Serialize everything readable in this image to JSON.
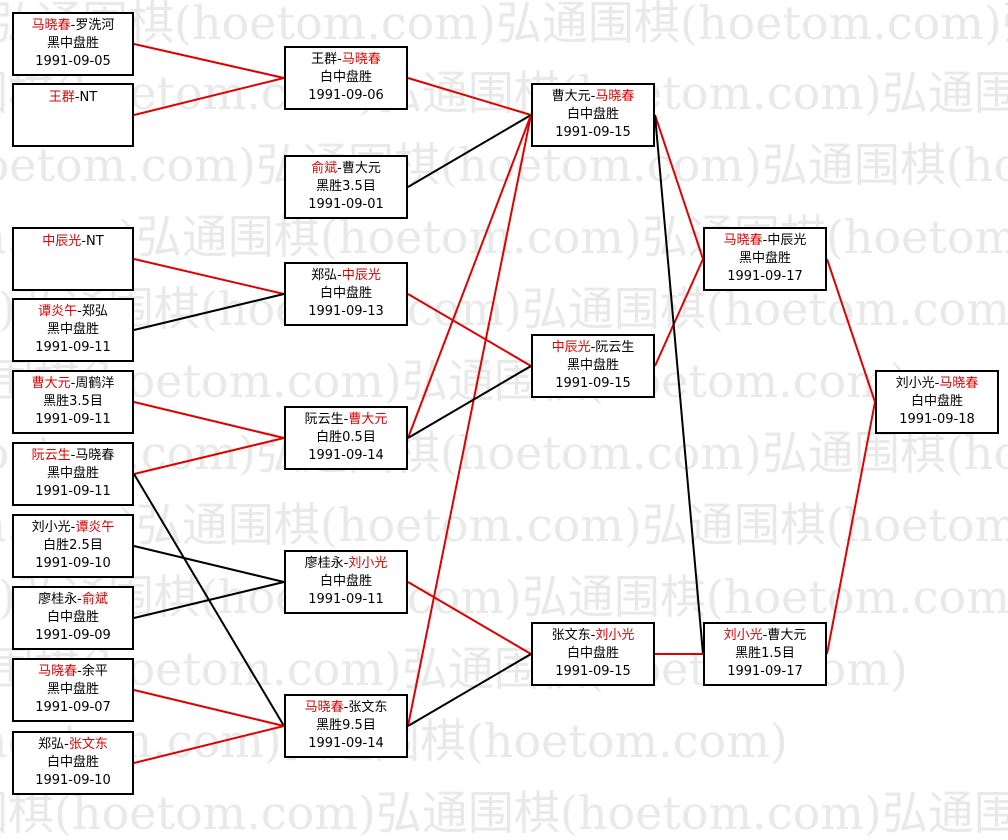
{
  "watermark": {
    "text": "弘通围棋(hoetom.com)",
    "color": "#e9e9e9"
  },
  "colors": {
    "winner": "#e00000",
    "loser": "#000000",
    "winner_line": "#e00000",
    "loser_line": "#000000"
  },
  "nodes": [
    {
      "id": "r1_1",
      "col": 0,
      "p1": "马晓春",
      "p2": "罗洗河",
      "winner": 1,
      "result": "黑中盘胜",
      "date": "1991-09-05"
    },
    {
      "id": "r1_2",
      "col": 0,
      "p1": "王群",
      "p2": "NT",
      "winner": 1,
      "result": "",
      "date": ""
    },
    {
      "id": "r1_3",
      "col": 0,
      "p1": "中辰光",
      "p2": "NT",
      "winner": 1,
      "result": "",
      "date": ""
    },
    {
      "id": "r1_4",
      "col": 0,
      "p1": "谭炎午",
      "p2": "郑弘",
      "winner": 1,
      "result": "黑中盘胜",
      "date": "1991-09-11"
    },
    {
      "id": "r1_5",
      "col": 0,
      "p1": "曹大元",
      "p2": "周鹤洋",
      "winner": 1,
      "result": "黑胜3.5目",
      "date": "1991-09-11"
    },
    {
      "id": "r1_6",
      "col": 0,
      "p1": "阮云生",
      "p2": "马晓春",
      "winner": 1,
      "result": "黑中盘胜",
      "date": "1991-09-11"
    },
    {
      "id": "r1_7",
      "col": 0,
      "p1": "刘小光",
      "p2": "谭炎午",
      "winner": 2,
      "result": "白胜2.5目",
      "date": "1991-09-10"
    },
    {
      "id": "r1_8",
      "col": 0,
      "p1": "廖桂永",
      "p2": "俞斌",
      "winner": 2,
      "result": "白中盘胜",
      "date": "1991-09-09"
    },
    {
      "id": "r1_9",
      "col": 0,
      "p1": "马晓春",
      "p2": "余平",
      "winner": 1,
      "result": "黑中盘胜",
      "date": "1991-09-07"
    },
    {
      "id": "r1_10",
      "col": 0,
      "p1": "郑弘",
      "p2": "张文东",
      "winner": 2,
      "result": "白中盘胜",
      "date": "1991-09-10"
    },
    {
      "id": "r2_1",
      "col": 1,
      "p1": "王群",
      "p2": "马晓春",
      "winner": 2,
      "result": "白中盘胜",
      "date": "1991-09-06"
    },
    {
      "id": "r2_2",
      "col": 1,
      "p1": "俞斌",
      "p2": "曹大元",
      "winner": 1,
      "result": "黑胜3.5目",
      "date": "1991-09-01"
    },
    {
      "id": "r2_3",
      "col": 1,
      "p1": "郑弘",
      "p2": "中辰光",
      "winner": 2,
      "result": "白中盘胜",
      "date": "1991-09-13"
    },
    {
      "id": "r2_4",
      "col": 1,
      "p1": "阮云生",
      "p2": "曹大元",
      "winner": 2,
      "result": "白胜0.5目",
      "date": "1991-09-14"
    },
    {
      "id": "r2_5",
      "col": 1,
      "p1": "廖桂永",
      "p2": "刘小光",
      "winner": 2,
      "result": "白中盘胜",
      "date": "1991-09-11"
    },
    {
      "id": "r2_6",
      "col": 1,
      "p1": "马晓春",
      "p2": "张文东",
      "winner": 1,
      "result": "黑胜9.5目",
      "date": "1991-09-14"
    },
    {
      "id": "r3_1",
      "col": 2,
      "p1": "曹大元",
      "p2": "马晓春",
      "winner": 2,
      "result": "白中盘胜",
      "date": "1991-09-15"
    },
    {
      "id": "r3_2",
      "col": 2,
      "p1": "中辰光",
      "p2": "阮云生",
      "winner": 1,
      "result": "黑中盘胜",
      "date": "1991-09-15"
    },
    {
      "id": "r3_3",
      "col": 2,
      "p1": "张文东",
      "p2": "刘小光",
      "winner": 2,
      "result": "白中盘胜",
      "date": "1991-09-15"
    },
    {
      "id": "r4_1",
      "col": 3,
      "p1": "马晓春",
      "p2": "中辰光",
      "winner": 1,
      "result": "黑中盘胜",
      "date": "1991-09-17"
    },
    {
      "id": "r4_2",
      "col": 3,
      "p1": "刘小光",
      "p2": "曹大元",
      "winner": 1,
      "result": "黑胜1.5目",
      "date": "1991-09-17"
    },
    {
      "id": "r5_1",
      "col": 4,
      "p1": "刘小光",
      "p2": "马晓春",
      "winner": 2,
      "result": "白中盘胜",
      "date": "1991-09-18"
    }
  ],
  "links": [
    {
      "from": "r1_1",
      "to": "r2_1",
      "won": true
    },
    {
      "from": "r1_2",
      "to": "r2_1",
      "won": true
    },
    {
      "from": "r1_3",
      "to": "r2_3",
      "won": true
    },
    {
      "from": "r1_4",
      "to": "r2_3",
      "won": false
    },
    {
      "from": "r1_5",
      "to": "r2_4",
      "won": true
    },
    {
      "from": "r1_6",
      "to": "r2_4",
      "won": true
    },
    {
      "from": "r1_6",
      "to": "r2_6",
      "won": false
    },
    {
      "from": "r1_7",
      "to": "r2_5",
      "won": false
    },
    {
      "from": "r1_8",
      "to": "r2_5",
      "won": false
    },
    {
      "from": "r1_9",
      "to": "r2_6",
      "won": true
    },
    {
      "from": "r1_10",
      "to": "r2_6",
      "won": true
    },
    {
      "from": "r2_1",
      "to": "r3_1",
      "won": true
    },
    {
      "from": "r2_2",
      "to": "r3_1",
      "won": false
    },
    {
      "from": "r2_4",
      "to": "r3_1",
      "won": true
    },
    {
      "from": "r2_6",
      "to": "r3_1",
      "won": true
    },
    {
      "from": "r2_3",
      "to": "r3_2",
      "won": true
    },
    {
      "from": "r2_4",
      "to": "r3_2",
      "won": false
    },
    {
      "from": "r2_5",
      "to": "r3_3",
      "won": true
    },
    {
      "from": "r2_6",
      "to": "r3_3",
      "won": false
    },
    {
      "from": "r3_1",
      "to": "r4_1",
      "won": true
    },
    {
      "from": "r3_2",
      "to": "r4_1",
      "won": true
    },
    {
      "from": "r3_1",
      "to": "r4_2",
      "won": false
    },
    {
      "from": "r3_3",
      "to": "r4_2",
      "won": true
    },
    {
      "from": "r4_1",
      "to": "r5_1",
      "won": true
    },
    {
      "from": "r4_2",
      "to": "r5_1",
      "won": true
    }
  ]
}
